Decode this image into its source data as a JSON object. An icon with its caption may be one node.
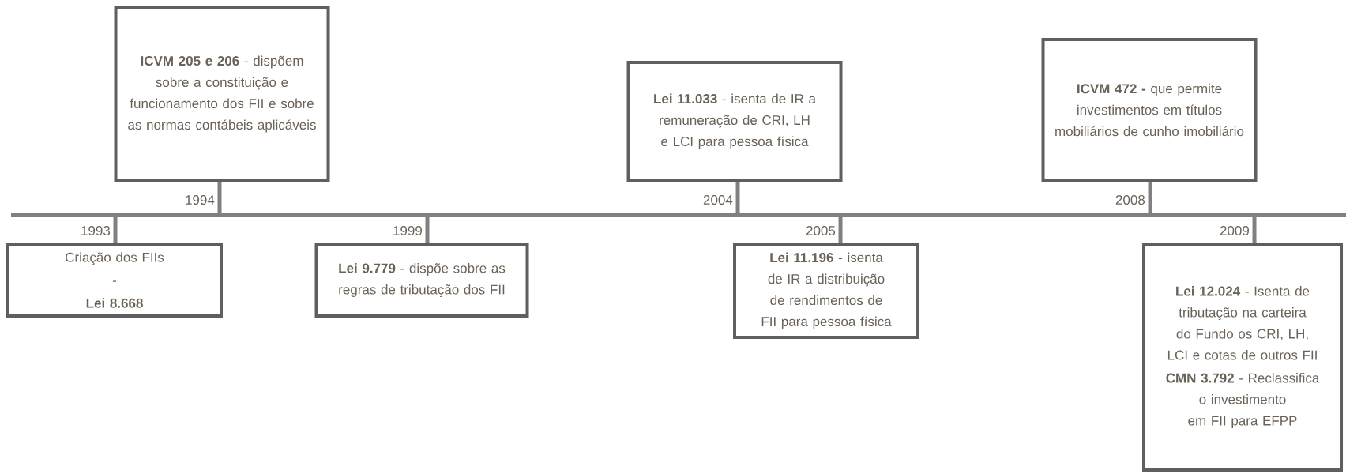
{
  "diagram": {
    "nodes": [
      {
        "text": [
          "Criação dos FIIs",
          "-",
          "**Lei 8.668**"
        ],
        "beside": [
          "1993"
        ]
      },
      {
        "text": [
          "**ICVM 205 e 206** - dispõem sobre a constituição e funcionamento dos FII e sobre as normas contábeis aplicáveis"
        ],
        "beside": [
          "1994"
        ]
      },
      {
        "text": [
          "**Lei 9.779** - dispõe sobre as regras de tributação dos FII"
        ],
        "beside": [
          "1999"
        ]
      },
      {
        "text": [
          "**Lei 11.033** - isenta de IR a remuneração de CRI, LH e LCI para pessoa física"
        ],
        "beside": [
          "2004"
        ]
      },
      {
        "text": [
          "**Lei 11.196** - isenta de IR a distribuição de rendimentos de FII para pessoa física"
        ],
        "beside": [
          "2005"
        ]
      },
      {
        "text": [
          "**ICVM 472 -** que permite investimentos em títulos mobiliários de cunho imobiliário"
        ],
        "beside": [
          "2008"
        ]
      },
      {
        "text": [
          "**Lei 12.024** - Isenta de tributação na carteira do Fundo os CRI, LH, LCI e cotas de outros FII",
          "**CMN 3.792** - Reclassifica o investimento em FII para EFPP"
        ],
        "beside": [
          "2009"
        ]
      }
    ],
    "edges": [
      {
        "from": 0,
        "to": null,
        "arrow": "none"
      },
      {
        "from": 1,
        "to": null,
        "arrow": "none"
      },
      {
        "from": 2,
        "to": null,
        "arrow": "none"
      },
      {
        "from": 3,
        "to": null,
        "arrow": "none"
      },
      {
        "from": 4,
        "to": null,
        "arrow": "none"
      },
      {
        "from": 5,
        "to": null,
        "arrow": "none"
      },
      {
        "from": 6,
        "to": null,
        "arrow": "none"
      }
    ]
  }
}
